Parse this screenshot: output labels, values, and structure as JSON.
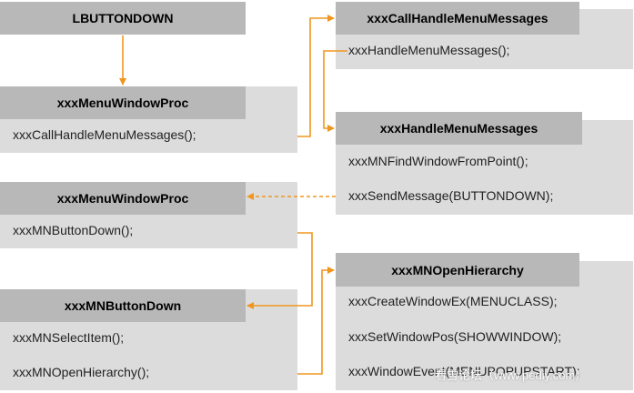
{
  "colors": {
    "header": "#b8b8b8",
    "body": "#dcdcdc",
    "arrow": "#f0961e"
  },
  "boxes": {
    "lbuttondown": {
      "title": "LBUTTONDOWN"
    },
    "menu_window_proc_1": {
      "title": "xxxMenuWindowProc",
      "rows": [
        "xxxCallHandleMenuMessages();"
      ]
    },
    "call_handle_menu_messages": {
      "title": "xxxCallHandleMenuMessages",
      "rows": [
        "xxxHandleMenuMessages();"
      ]
    },
    "handle_menu_messages": {
      "title": "xxxHandleMenuMessages",
      "rows": [
        "xxxMNFindWindowFromPoint();",
        "xxxSendMessage(BUTTONDOWN);"
      ]
    },
    "menu_window_proc_2": {
      "title": "xxxMenuWindowProc",
      "rows": [
        "xxxMNButtonDown();"
      ]
    },
    "mn_button_down": {
      "title": "xxxMNButtonDown",
      "rows": [
        "xxxMNSelectItem();",
        "xxxMNOpenHierarchy();"
      ]
    },
    "mn_open_hierarchy": {
      "title": "xxxMNOpenHierarchy",
      "rows": [
        "xxxCreateWindowEx(MENUCLASS);",
        "xxxSetWindowPos(SHOWWINDOW);",
        "xxxWindowEvent(MENUPOPUPSTART);"
      ]
    }
  },
  "watermark": "看雪论坛（www.pediy.com）"
}
